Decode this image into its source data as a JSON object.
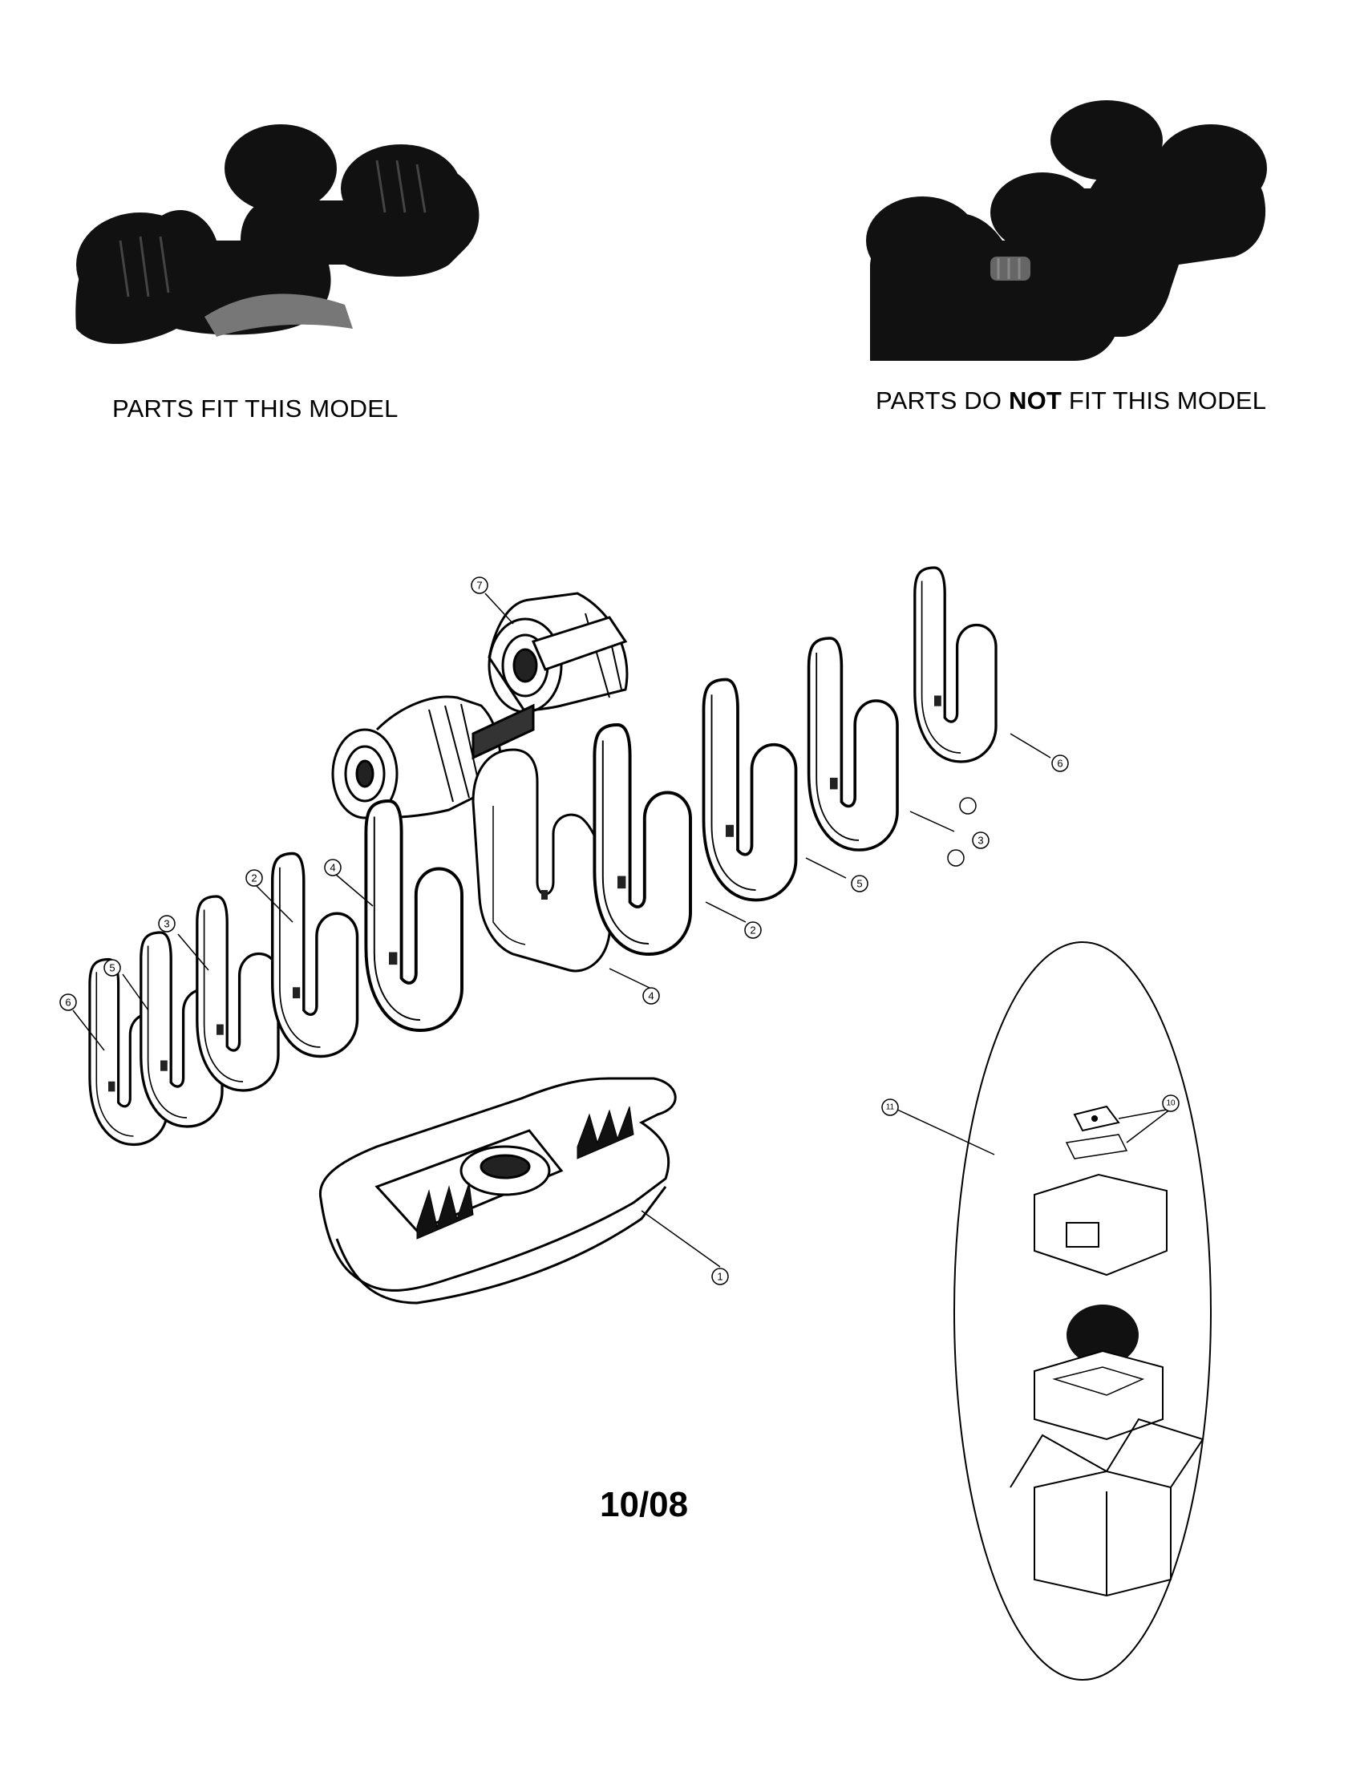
{
  "captions": {
    "fits": "PARTS FIT THIS MODEL",
    "not_fit_prefix": "PARTS DO ",
    "not_fit_emphasis": "NOT",
    "not_fit_suffix": " FIT THIS MODEL"
  },
  "date_code": "10/08",
  "callouts": {
    "base": "1",
    "plate_2": "2",
    "plate_3": "3",
    "plate_4": "4",
    "plate_5": "5",
    "plate_6": "6",
    "handle": "7",
    "label": "10",
    "packaging": "11"
  },
  "colors": {
    "ink": "#000000",
    "paper": "#ffffff",
    "photo": "#111111"
  }
}
